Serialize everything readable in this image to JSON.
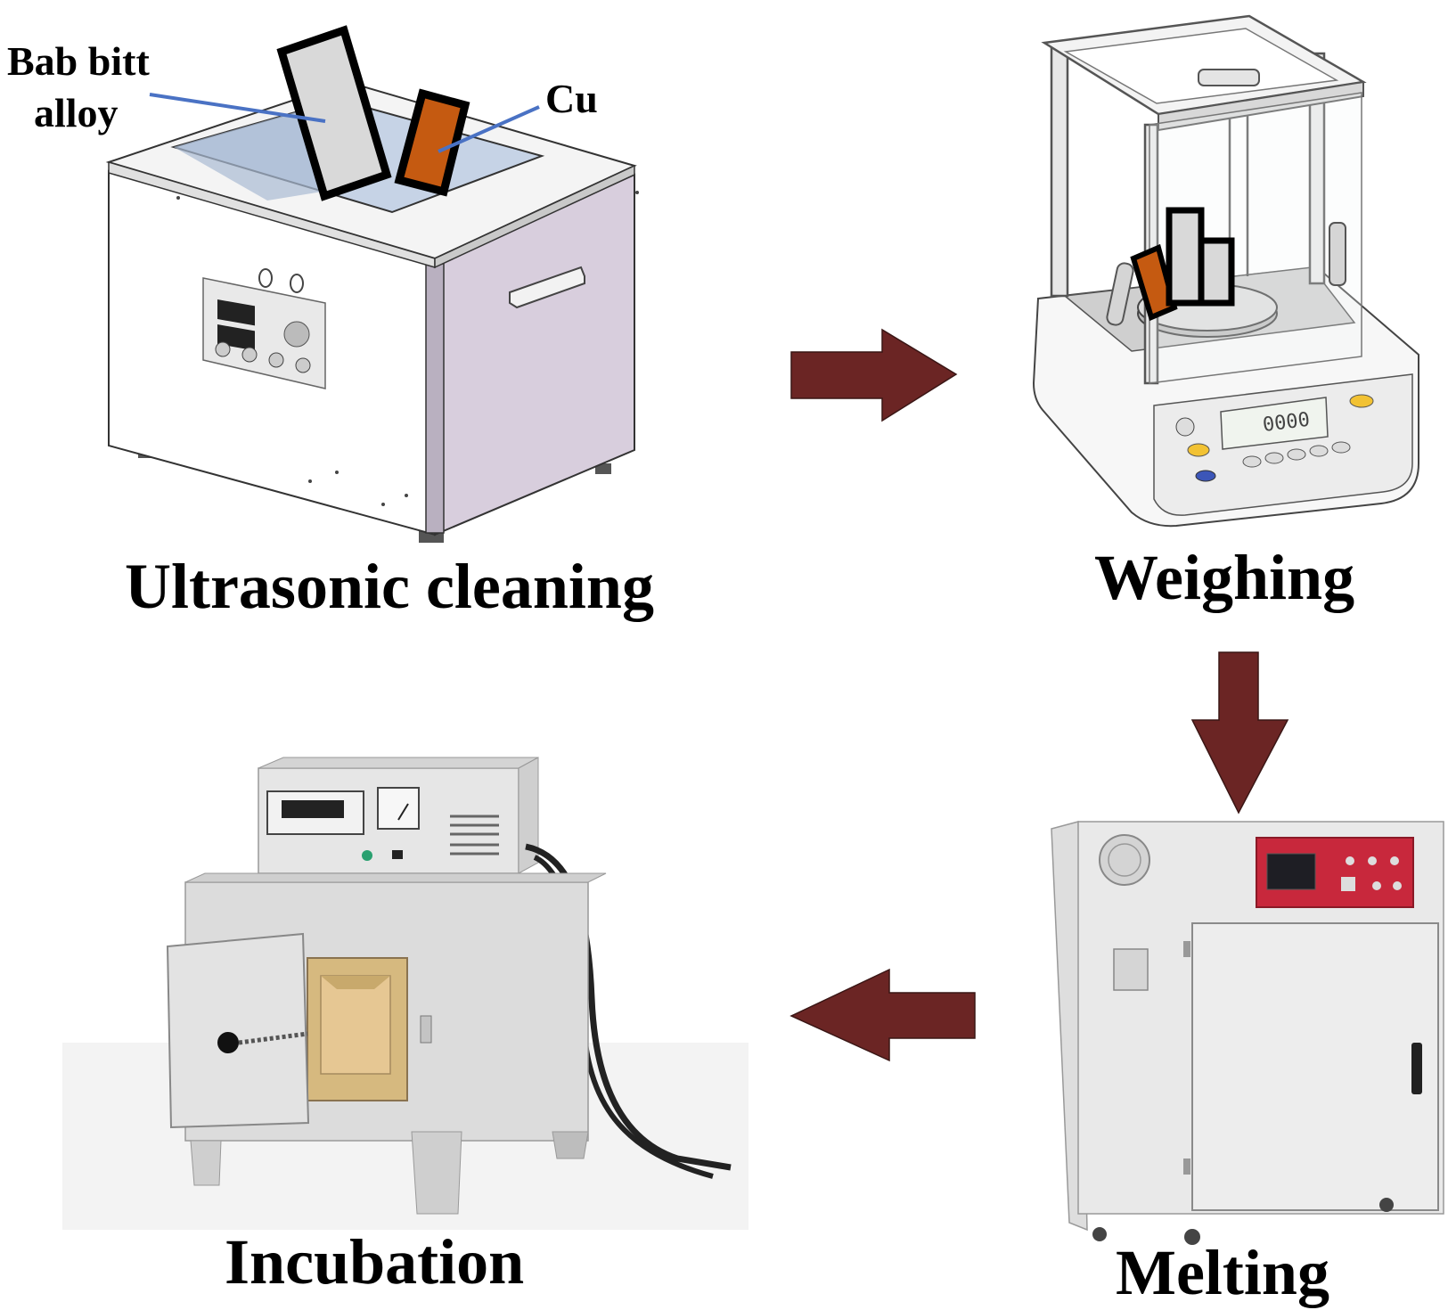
{
  "stages": {
    "ultrasonic": "Ultrasonic cleaning",
    "weighing": "Weighing",
    "melting": "Melting",
    "incubation": "Incubation"
  },
  "callouts": {
    "babbitt_line1": "Bab bitt",
    "babbitt_line2": "alloy",
    "cu": "Cu"
  },
  "colors": {
    "arrow": "#6b2524",
    "callout_line": "#4a72c4",
    "babbitt_sample": "#d9d9d9",
    "cu_sample": "#c55a11",
    "bath_side": "#d8cedd",
    "oven_panel": "#c8283c",
    "muffle_interior": "#e6c793"
  },
  "flow": [
    "ultrasonic",
    "weighing",
    "melting",
    "incubation"
  ]
}
